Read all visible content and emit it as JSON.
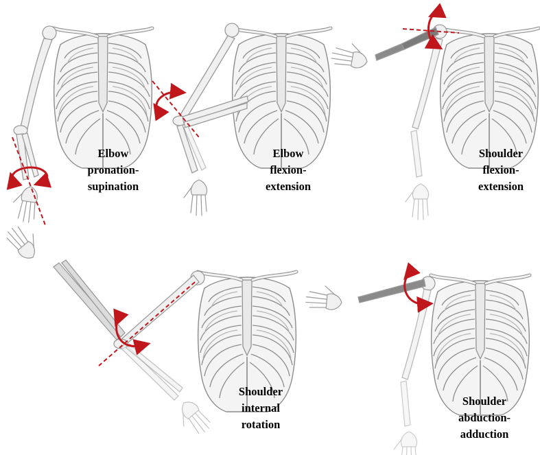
{
  "panels": {
    "elbow_pronation": {
      "line1": "Elbow",
      "line2": "pronation-",
      "line3": "supination"
    },
    "elbow_flexion": {
      "line1": "Elbow",
      "line2": "flexion-",
      "line3": "extension"
    },
    "shoulder_flexion": {
      "line1": "Shoulder",
      "line2": "flexion-",
      "line3": "extension"
    },
    "shoulder_internal": {
      "line1": "Shoulder",
      "line2": "internal",
      "line3": "rotation"
    },
    "shoulder_abduction": {
      "line1": "Shoulder",
      "line2": "abduction-",
      "line3": "adduction"
    }
  },
  "colors": {
    "bone_fill": "#efefef",
    "bone_stroke": "#9a9a9a",
    "axis_red": "#c0171c"
  },
  "icons": [
    "ribcage-icon",
    "arm-skeleton-icon",
    "rotation-arrow-icon",
    "rotation-axis-line"
  ]
}
